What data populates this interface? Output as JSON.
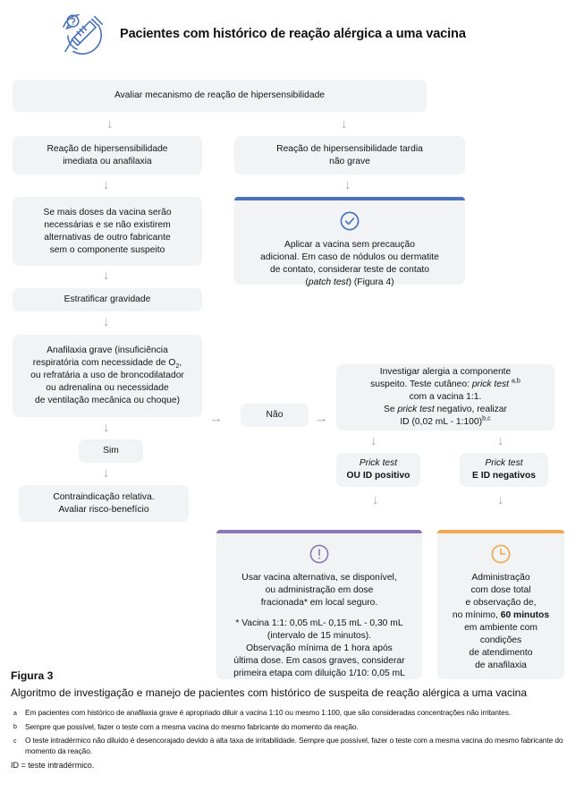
{
  "header": {
    "icon": "syringe-question-icon",
    "title": "Pacientes com histórico de reação alérgica a uma vacina",
    "icon_color": "#4a72b8"
  },
  "colors": {
    "node_bg": "#f2f3f5",
    "arrow": "#a8a8a8",
    "accent_blue": "#4a72b8",
    "accent_purple": "#8a78b5",
    "accent_orange": "#f0a851"
  },
  "flow": {
    "assess": "Avaliar mecanismo de reação de hipersensibilidade",
    "immediate": "Reação de hipersensibilidade\nimediata ou anafilaxia",
    "delayed": "Reação de hipersensibilidade tardia\nnão grave",
    "more_doses": "Se mais doses da vacina serão\nnecessárias e se não existirem\nalternativas de outro fabricante\nsem o componente suspeito",
    "apply_vaccine": {
      "icon": "check-circle-icon",
      "line1": "Aplicar a vacina sem precaução",
      "line2": "adicional. Em caso de nódulos ou dermatite",
      "line3": "de contato, considerar teste de contato",
      "line4_prefix": "(",
      "line4_italic": "patch test",
      "line4_suffix": ") (Figura 4)"
    },
    "stratify": "Estratificar gravidade",
    "severe_anaphylaxis": {
      "line1": "Anafilaxia grave (insuficiência",
      "line2_a": "respiratória com necessidade de O",
      "line2_sub": "2",
      "line2_b": ",",
      "line3": "ou refratária a uso de broncodilatador",
      "line4": "ou adrenalina ou necessidade",
      "line5": "de ventilação mecânica ou choque)"
    },
    "no_label": "Não",
    "yes_label": "Sim",
    "investigate": {
      "line1": "Investigar alergia a componente",
      "line2_a": "suspeito. Teste cutâneo: ",
      "line2_italic": "prick test",
      "line2_sup": "a,b",
      "line3": "com a vacina 1:1.",
      "line4_a": "Se ",
      "line4_italic": "prick test",
      "line4_b": " negativo, realizar",
      "line5_a": "ID (0,02 mL - 1:100)",
      "line5_sup": "b,c"
    },
    "prick_positive": {
      "italic": "Prick test",
      "bold": "OU ID positivo"
    },
    "prick_negative": {
      "italic": "Prick test",
      "bold": "E ID negativos"
    },
    "relative_contraindication": "Contraindicação relativa.\nAvaliar risco-benefício",
    "alternative_vaccine": {
      "icon": "exclamation-circle-icon",
      "main_line1": "Usar vacina alternativa, se disponível,",
      "main_line2": "ou administração em dose",
      "main_line3": "fracionada* em local seguro.",
      "sub_line1": "* Vacina 1:1: 0,05 mL- 0,15 mL - 0,30 mL",
      "sub_line2": "(intervalo de 15 minutos).",
      "sub_line3": "Observação mínima de 1 hora após",
      "sub_line4": "última dose. Em casos graves, considerar",
      "sub_line5": "primeira etapa com diluição 1/10: 0,05 mL"
    },
    "full_dose": {
      "icon": "clock-icon",
      "line1": "Administração",
      "line2": "com dose total",
      "line3": "e observação de,",
      "line4_a": "no mínimo, ",
      "line4_bold": "60 minutos",
      "line5": "em ambiente com",
      "line6": "condições",
      "line7": "de atendimento",
      "line8": "de anafilaxia"
    }
  },
  "caption": {
    "figure_label": "Figura 3",
    "description": "Algoritmo de investigação e manejo de pacientes com histórico de suspeita de reação alérgica a uma vacina"
  },
  "footnotes": [
    {
      "marker": "a",
      "text": "Em pacientes com histórico de anafilaxia grave é apropriado diluir a vacina 1:10 ou mesmo 1:100, que são consideradas concentrações não irritantes."
    },
    {
      "marker": "b",
      "text": "Sempre que possível, fazer o teste com a mesma vacina do mesmo fabricante do momento da reação."
    },
    {
      "marker": "c",
      "text": "O teste intradérmico não diluído é desencorajado devido à alta taxa de irritabilidade. Sempre que possível, fazer o teste com a mesma vacina do mesmo fabricante do momento da reação."
    }
  ],
  "abbreviation": "ID = teste intradérmico."
}
